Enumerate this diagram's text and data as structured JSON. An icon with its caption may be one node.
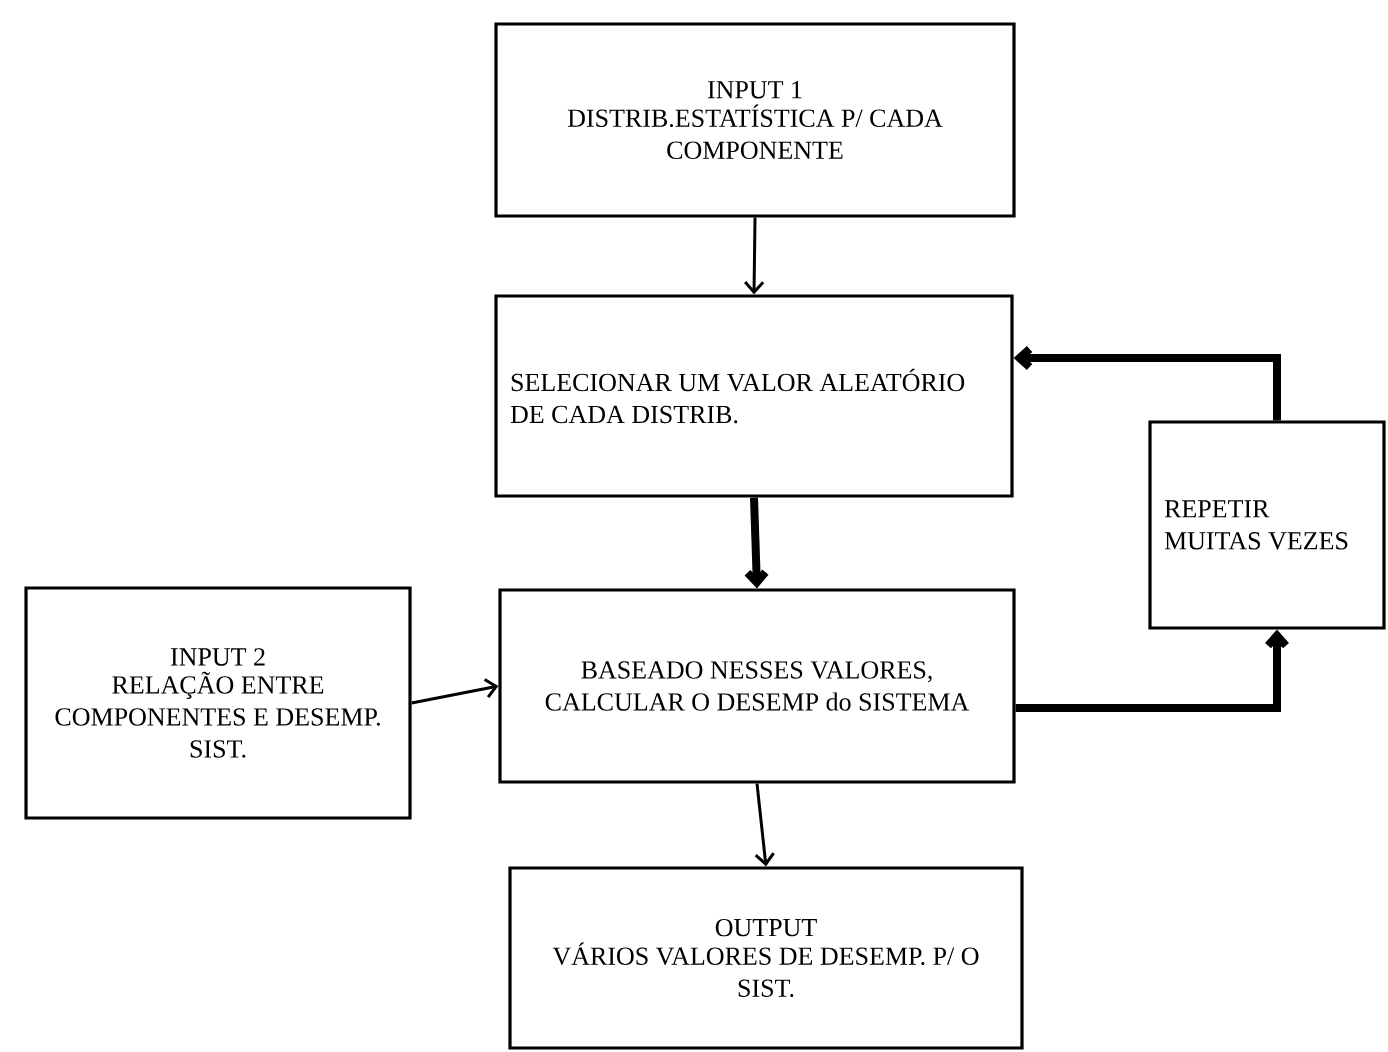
{
  "diagram": {
    "nodes": [
      {
        "text": [
          "INPUT 1",
          "DISTRIB.ESTATÍSTICA P/ CADA COMPONENTE"
        ]
      },
      {
        "text": [
          "SELECIONAR UM VALOR ALEATÓRIO DE CADA DISTRIB."
        ]
      },
      {
        "text": [
          "REPETIR MUITAS VEZES"
        ]
      },
      {
        "text": [
          "INPUT 2",
          "RELAÇÃO ENTRE COMPONENTES E DESEMP. SIST."
        ]
      },
      {
        "text": [
          "BASEADO NESSES VALORES, CALCULAR O DESEMP do SISTEMA"
        ]
      },
      {
        "text": [
          "OUTPUT",
          "VÁRIOS VALORES DE DESEMP. P/ O SIST."
        ]
      }
    ],
    "edges": [
      {
        "from": 0,
        "to": 1,
        "arrow": "to"
      },
      {
        "from": 1,
        "to": 4,
        "arrow": "to",
        "style": "thick"
      },
      {
        "from": 3,
        "to": 4,
        "arrow": "to"
      },
      {
        "from": 4,
        "to": 2,
        "arrow": "to",
        "style": "thick"
      },
      {
        "from": 2,
        "to": 1,
        "arrow": "to",
        "style": "thick"
      },
      {
        "from": 4,
        "to": 5,
        "arrow": "to"
      }
    ]
  }
}
